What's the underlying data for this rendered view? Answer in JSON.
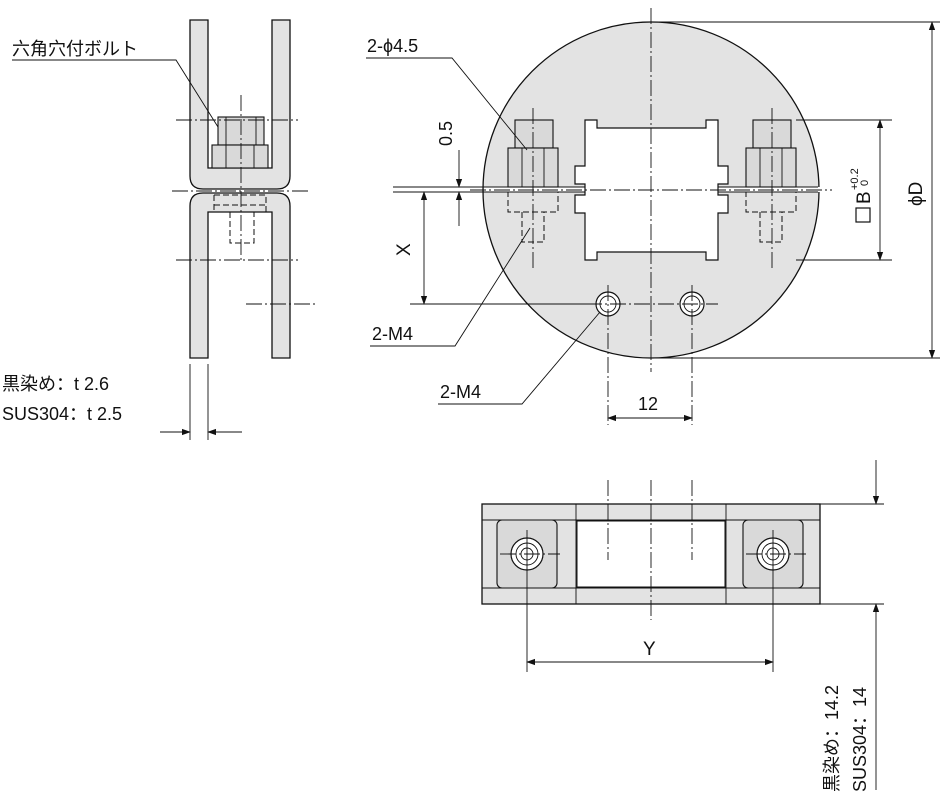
{
  "labels": {
    "hex_bolt": "六角穴付ボルト",
    "hole_spec": "2-ϕ4.5",
    "gap_dim": "0.5",
    "x_dim": "X",
    "m4_left": "2-M4",
    "m4_bottom": "2-M4",
    "pitch_12": "12",
    "b_dim": "B",
    "b_tol_upper": "+0.2",
    "b_tol_lower": "0",
    "diameter": "ϕD",
    "y_dim": "Y",
    "thick_black": "黒染め：t 2.6",
    "thick_sus": "SUS304：t 2.5",
    "height_black": "黒染め：14.2",
    "height_sus": "SUS304：14"
  }
}
